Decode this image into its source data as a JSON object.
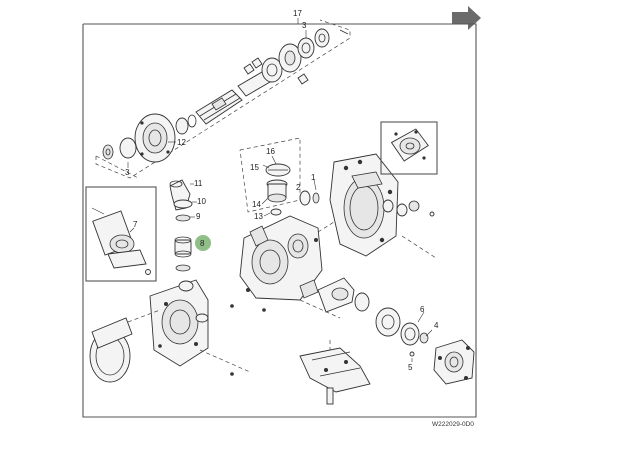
{
  "diagram": {
    "frame_callout": "17",
    "image_code": "W222029-0D0",
    "highlight_color": "#8fbf86",
    "highlighted_callout": "8",
    "corner_icon": "arrow-icon",
    "callouts": {
      "c1": "1",
      "c2": "2",
      "c3a": "3",
      "c3b": "3",
      "c4": "4",
      "c5": "5",
      "c6": "6",
      "c7": "7",
      "c9": "9",
      "c10": "10",
      "c11": "11",
      "c12": "12",
      "c13": "13",
      "c14": "14",
      "c15": "15",
      "c16": "16"
    }
  }
}
